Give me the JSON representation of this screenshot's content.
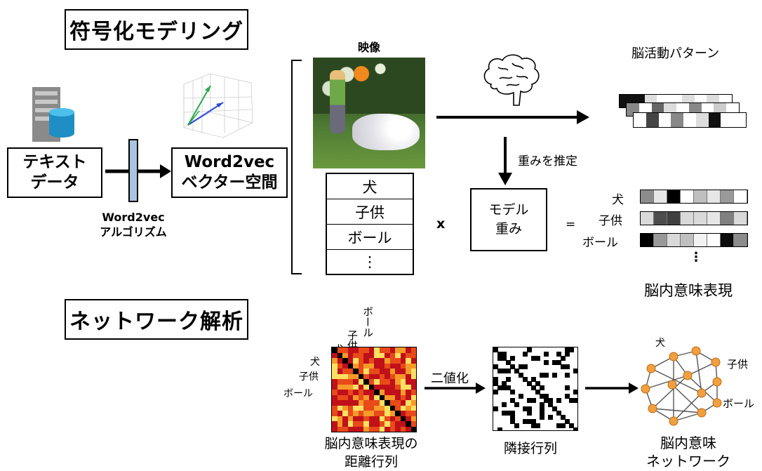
{
  "sections": {
    "encoding_title": "符号化モデリング",
    "network_title": "ネットワーク解析"
  },
  "pipeline": {
    "text_data": "テキスト\nデータ",
    "algorithm": "Word2vec\nアルゴリズム",
    "vector_space": "Word2vec\nベクター空間"
  },
  "video": {
    "label": "映像"
  },
  "words": [
    "犬",
    "子供",
    "ボール",
    "⋮"
  ],
  "multiply": "x",
  "equals": "=",
  "model": {
    "label": "モデル\n重み",
    "estimate": "重みを推定"
  },
  "brain_pattern": {
    "label": "脳活動パターン"
  },
  "representation": {
    "words": [
      "犬",
      "子供",
      "ボール"
    ],
    "dots": "⋮",
    "label": "脳内意味表現",
    "rows": [
      [
        0.55,
        0.9,
        0.0,
        1.0,
        0.75,
        0.9,
        0.6,
        1.0
      ],
      [
        0.85,
        0.3,
        0.25,
        0.85,
        0.85,
        0.9,
        0.5,
        0.85
      ],
      [
        0.0,
        0.6,
        0.85,
        0.75,
        0.95,
        1.0,
        0.05,
        0.55
      ]
    ]
  },
  "network": {
    "matrix_col_labels": [
      "犬",
      "子供",
      "ボール"
    ],
    "matrix_row_labels": [
      "犬",
      "子供",
      "ボール"
    ],
    "matrix_caption": "脳内意味表現の\n距離行列",
    "binarize": "二値化",
    "adjacency_caption": "隣接行列",
    "network_caption": "脳内意味\nネットワーク",
    "node_labels": [
      "犬",
      "子供",
      "ボール"
    ]
  },
  "colors": {
    "node": "#f0a040",
    "vector_box": "#a9c4e0",
    "heat_dark": "#c0101a",
    "heat_light": "#ffe060"
  }
}
